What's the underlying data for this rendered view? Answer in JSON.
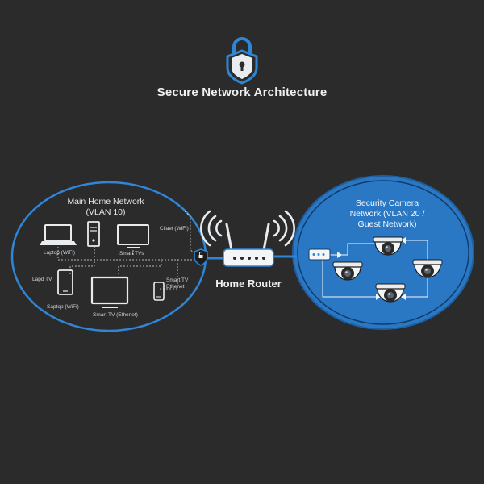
{
  "title": "Secure Network Architecture",
  "router": {
    "label": "Home Router"
  },
  "main_network": {
    "title_line1": "Main Home Network",
    "title_line2": "(VLAN 10)",
    "labels": {
      "laptop_wifi_top": "Laptop (WiFi)",
      "smart_tv_top": "Smart TVs",
      "client_wifi": "Cliaet (WiFi)",
      "lapd_tv": "Lapd TV",
      "smart_tv_ethernet_line1": "Smart TV",
      "smart_tv_ethernet_line2": "Ethenet",
      "saptop_wifi": "Saptop (WiFi)",
      "smart_tv_ethernet_bottom": "Smart TV (Ethenet)"
    }
  },
  "camera_network": {
    "title_line1": "Security Camera",
    "title_line2": "Network (VLAN 20 /",
    "title_line3": "Guest Network)"
  },
  "colors": {
    "background": "#2b2b2b",
    "accent_blue": "#2f86d6",
    "camera_fill": "#2a78c4",
    "text_light": "#f1f1f1"
  }
}
